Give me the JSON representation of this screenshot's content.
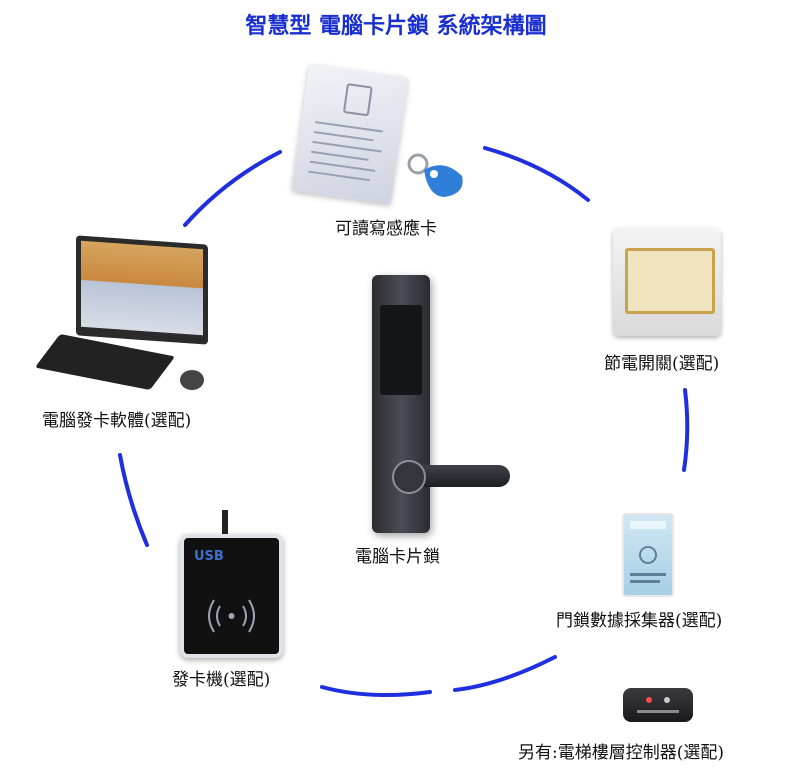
{
  "title": "智慧型 電腦卡片鎖 系統架構圖",
  "nodes": {
    "card": "可讀寫感應卡",
    "power_switch": "節電開關(選配)",
    "software": "電腦發卡軟體(選配)",
    "lock": "電腦卡片鎖",
    "collector": "門鎖數據採集器(選配)",
    "encoder": "發卡機(選配)",
    "elevator": "另有:電梯樓層控制器(選配)"
  },
  "colors": {
    "title": "#1a2fd0",
    "arc": "#1f2fe0"
  },
  "icons": {
    "card": "keycard-icon",
    "fob": "key-fob-icon",
    "power_switch": "energy-saving-switch-icon",
    "computer": "computer-icon",
    "lock": "door-lock-icon",
    "encoder": "card-encoder-icon",
    "collector": "data-collector-icon",
    "elevator": "elevator-controller-icon"
  }
}
